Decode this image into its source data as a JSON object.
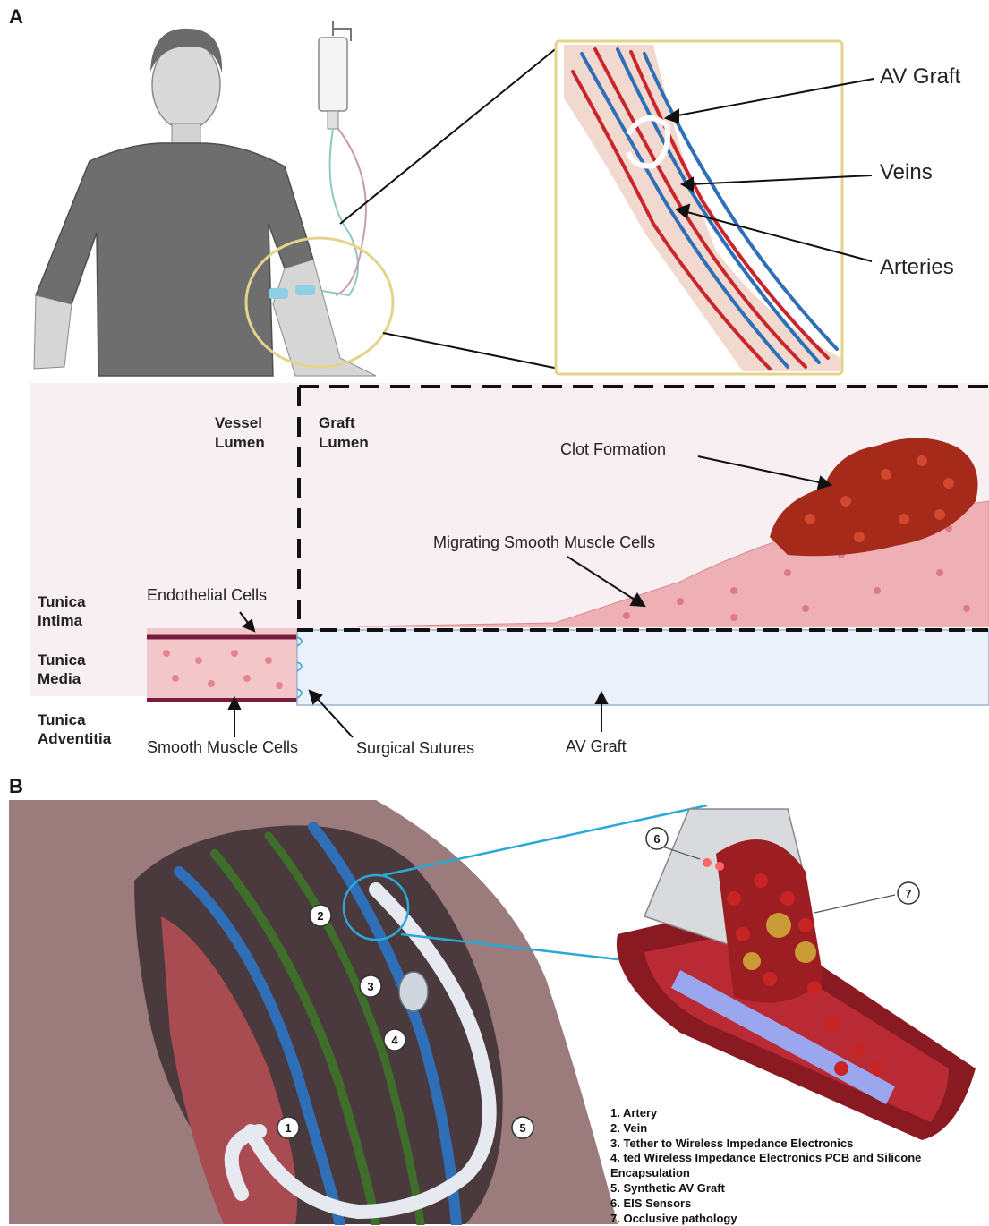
{
  "panels": {
    "a_label": "A",
    "b_label": "B"
  },
  "panel_a": {
    "callouts": {
      "av_graft": "AV Graft",
      "veins": "Veins",
      "arteries": "Arteries"
    },
    "cross_section": {
      "vessel_lumen": [
        "Vessel",
        "Lumen"
      ],
      "graft_lumen": [
        "Graft",
        "Lumen"
      ],
      "clot_formation": "Clot Formation",
      "migrating_smc": "Migrating Smooth Muscle Cells",
      "endothelial_cells": "Endothelial Cells",
      "tunica_intima": [
        "Tunica",
        "Intima"
      ],
      "tunica_media": [
        "Tunica",
        "Media"
      ],
      "tunica_adventitia": [
        "Tunica",
        "Adventitia"
      ],
      "smooth_muscle_cells": "Smooth Muscle Cells",
      "surgical_sutures": "Surgical Sutures",
      "av_graft": "AV Graft"
    }
  },
  "panel_b": {
    "markers": [
      "1",
      "2",
      "3",
      "4",
      "5",
      "6",
      "7"
    ],
    "legend": [
      "1. Artery",
      "2. Vein",
      "3. Tether to Wireless Impedance Electronics",
      "4. ted Wireless Impedance Electronics PCB and Silicone Encapsulation",
      "5. Synthetic AV Graft",
      "6. EIS Sensors",
      "7. Occlusive pathology"
    ]
  },
  "colors": {
    "artery_red": "#c8262b",
    "vein_blue": "#2f6fb8",
    "skin": "#f1d9cf",
    "lumen_bg": "#f8eff3",
    "graft_fill": "#eaf1fb",
    "clot": "#a52a1a",
    "smc": "#e9a2a6",
    "callout_ring": "#e5d38a",
    "leader_blue": "#2aa8d8"
  }
}
